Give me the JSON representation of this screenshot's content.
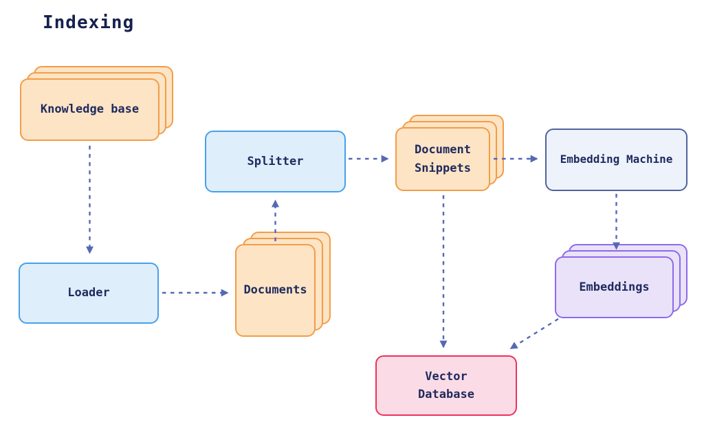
{
  "title": "Indexing",
  "palette": {
    "text_navy": "#1f2a5e",
    "orange_fill": "#fce4c5",
    "orange_border": "#f39c47",
    "blue_fill": "#dfeefb",
    "blue_border": "#45a0ea",
    "slate_fill": "#eef2fb",
    "slate_border": "#4f639b",
    "purple_fill": "#e9e2f9",
    "purple_border": "#8e68ea",
    "pink_fill": "#fbdce6",
    "pink_border": "#ea3359",
    "arrow": "#5568b4"
  },
  "nodes": {
    "knowledge_base": {
      "label": "Knowledge base",
      "shape": "stacked-cards",
      "color": "orange"
    },
    "loader": {
      "label": "Loader",
      "shape": "box",
      "color": "blue"
    },
    "documents": {
      "label": "Documents",
      "shape": "stacked-cards",
      "color": "orange"
    },
    "splitter": {
      "label": "Splitter",
      "shape": "box",
      "color": "blue"
    },
    "document_snippets": {
      "label": "Document\nSnippets",
      "shape": "stacked-cards",
      "color": "orange"
    },
    "embedding_machine": {
      "label": "Embedding Machine",
      "shape": "box",
      "color": "slate"
    },
    "embeddings": {
      "label": "Embeddings",
      "shape": "stacked-cards",
      "color": "purple"
    },
    "vector_database": {
      "label": "Vector\nDatabase",
      "shape": "box",
      "color": "pink"
    }
  },
  "edges": [
    {
      "from": "knowledge_base",
      "to": "loader",
      "style": "dashed-arrow"
    },
    {
      "from": "loader",
      "to": "documents",
      "style": "dashed-arrow"
    },
    {
      "from": "documents",
      "to": "splitter",
      "style": "dashed-arrow"
    },
    {
      "from": "splitter",
      "to": "document_snippets",
      "style": "dashed-arrow"
    },
    {
      "from": "document_snippets",
      "to": "embedding_machine",
      "style": "dashed-arrow"
    },
    {
      "from": "embedding_machine",
      "to": "embeddings",
      "style": "dashed-arrow"
    },
    {
      "from": "document_snippets",
      "to": "vector_database",
      "style": "dashed-arrow"
    },
    {
      "from": "embeddings",
      "to": "vector_database",
      "style": "dashed-arrow"
    }
  ]
}
